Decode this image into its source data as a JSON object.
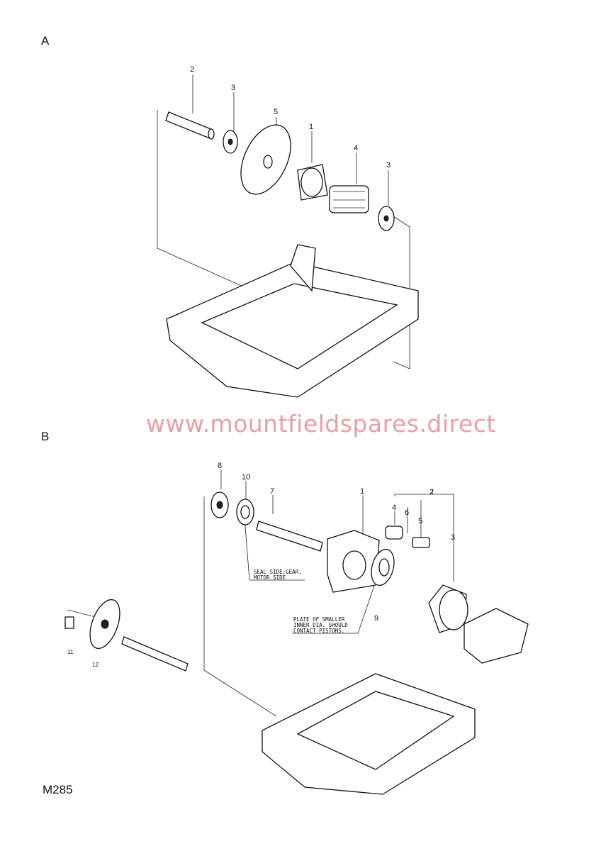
{
  "sections": {
    "a": "A",
    "b": "B"
  },
  "reference": "M285",
  "watermark": "www.mountfieldspares.direct",
  "diagram_a": {
    "callouts": [
      "2",
      "3",
      "5",
      "1",
      "4",
      "3"
    ]
  },
  "diagram_b": {
    "callouts": [
      "8",
      "10",
      "7",
      "1",
      "2",
      "4",
      "6",
      "5",
      "3",
      "9",
      "11",
      "12"
    ],
    "notes": {
      "seal_line1": "SEAL SIDE;GEAR,",
      "seal_line2": "MOTOR SIDE",
      "plate_line1": "PLATE OF SMALLER",
      "plate_line2": "INNER DIA. SHOULD",
      "plate_line3": "CONTACT PISTONS."
    }
  }
}
